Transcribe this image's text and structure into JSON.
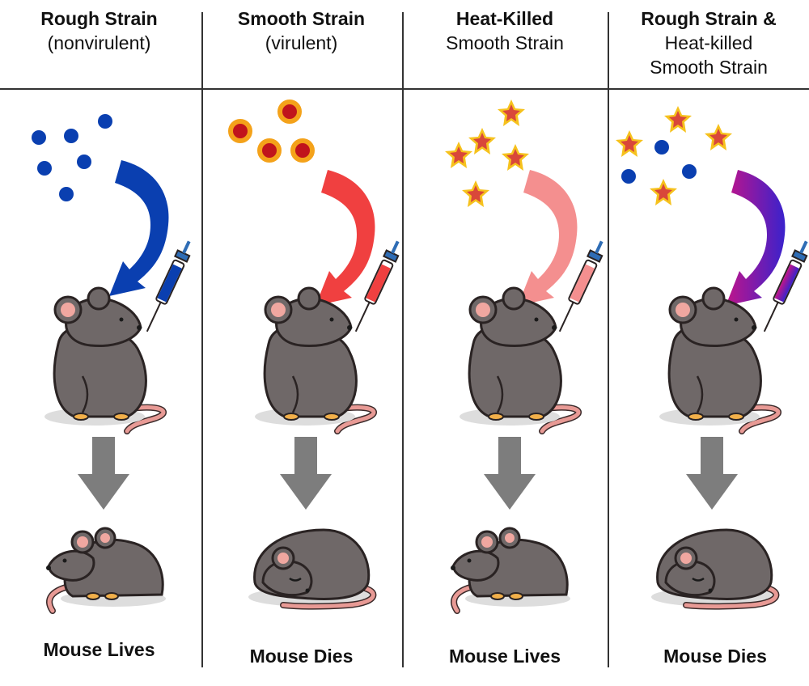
{
  "columns": [
    {
      "title_line1": "Rough Strain",
      "title_line2": "(nonvirulent)",
      "title_line3": "",
      "outcome": "Mouse Lives"
    },
    {
      "title_line1": "Smooth Strain",
      "title_line2": "(virulent)",
      "title_line3": "",
      "outcome": "Mouse Dies"
    },
    {
      "title_line1": "Heat-Killed",
      "title_line2": "Smooth Strain",
      "title_line3": "",
      "outcome": "Mouse Lives"
    },
    {
      "title_line1": "Rough Strain &",
      "title_line2": "Heat-killed",
      "title_line3": "Smooth Strain",
      "outcome": "Mouse Dies"
    }
  ],
  "colors": {
    "rough_bacteria": "#0a3fb0",
    "smooth_bacteria_fill": "#c0141c",
    "smooth_bacteria_ring": "#f4a21a",
    "heat_killed_star_fill": "#d9473a",
    "heat_killed_star_ring": "#f6c21d",
    "arrow_rough": "#0a3fb0",
    "arrow_smooth": "#f04040",
    "arrow_heat_killed": "#f48f8f",
    "arrow_mix_start": "#c0148a",
    "arrow_mix_end": "#3a22cc",
    "mouse_body": "#6f6868",
    "down_arrow": "#7d7d7d",
    "divider": "#333333"
  }
}
